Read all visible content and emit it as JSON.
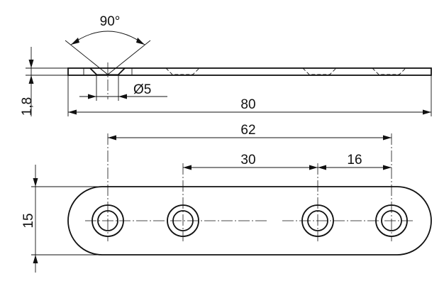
{
  "drawing": {
    "dimensions": {
      "angle": "90°",
      "hole_diameter": "Ø5",
      "thickness": "1,8",
      "overall_length": "80",
      "outer_hole_spacing": "62",
      "inner_hole_spacing": "30",
      "end_hole_spacing": "16",
      "width": "15"
    }
  }
}
